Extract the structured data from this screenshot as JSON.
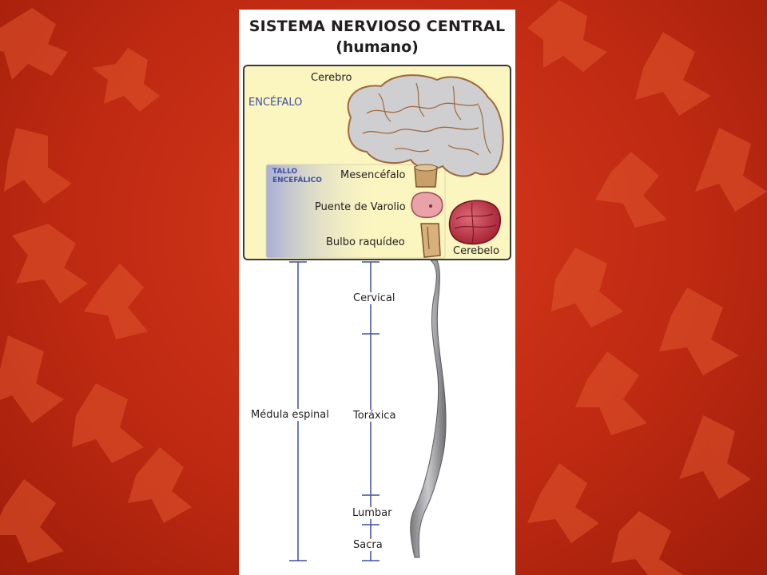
{
  "title": "SISTEMA NERVIOSO CENTRAL",
  "subtitle": "(humano)",
  "encefalo_label": "ENCÉFALO",
  "tallo_label_1": "TALLO",
  "tallo_label_2": "ENCEFÁLICO",
  "brain_parts": {
    "cerebro": "Cerebro",
    "mesencefalo": "Mesencéfalo",
    "puente": "Puente de Varolio",
    "bulbo": "Bulbo raquídeo",
    "cerebelo": "Cerebelo"
  },
  "spinal": {
    "medula": "Médula espinal",
    "cervical": "Cervical",
    "toraxica": "Toráxica",
    "lumbar": "Lumbar",
    "sacra": "Sacra"
  },
  "colors": {
    "background": "#c02a12",
    "encefalo_box": "#fbf5c0",
    "bracket_blue": "#3f4fa3",
    "brain_gray": "#cfcfd1",
    "cerebellum": "#c2283c"
  }
}
